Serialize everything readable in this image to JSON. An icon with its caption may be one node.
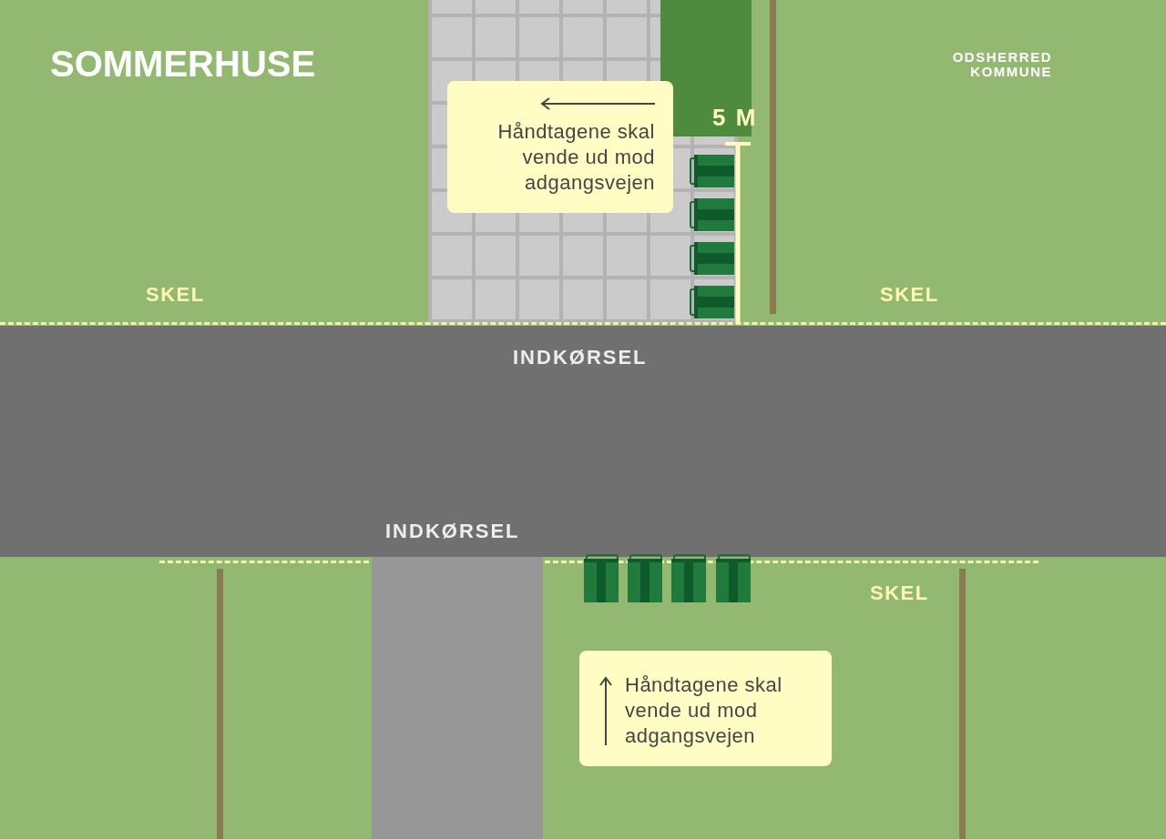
{
  "diagram": {
    "title": "SOMMERHUSE",
    "nodes": [
      {
        "text": [
          "Håndtagene skal vende ud mod adgangsvejen"
        ]
      },
      {
        "text": [
          "Håndtagene skal vende ud mod adgangsvejen"
        ]
      }
    ],
    "labels": [
      "ODSHERRED KOMMUNE",
      "5 M",
      "SKEL",
      "SKEL",
      "INDKØRSEL",
      "INDKØRSEL",
      "SKEL"
    ]
  }
}
